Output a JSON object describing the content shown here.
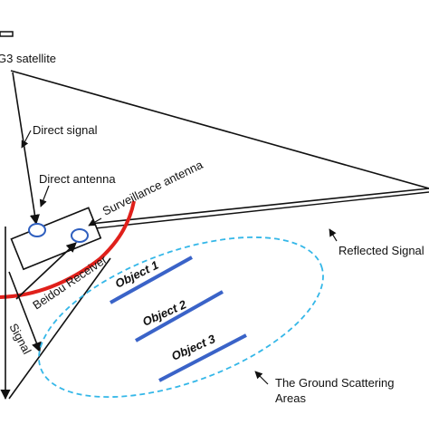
{
  "labels": {
    "satellite": "G3 satellite",
    "direct_signal": "Direct signal",
    "direct_antenna": "Direct antenna",
    "surveillance_antenna": "Surveillance antenna",
    "reflected_signal": "Reflected Signal",
    "receiver": "Beidou Receiver",
    "signal_left": "Signal",
    "ground_line1": "The Ground Scattering",
    "ground_line2": "Areas"
  },
  "objects": [
    "Object 1",
    "Object 2",
    "Object 3"
  ],
  "colors": {
    "line": "#111111",
    "arc": "#e0201b",
    "antenna": "#2f5fbf",
    "object_bar": "#3a63c8",
    "ellipse": "#34b7e8"
  }
}
